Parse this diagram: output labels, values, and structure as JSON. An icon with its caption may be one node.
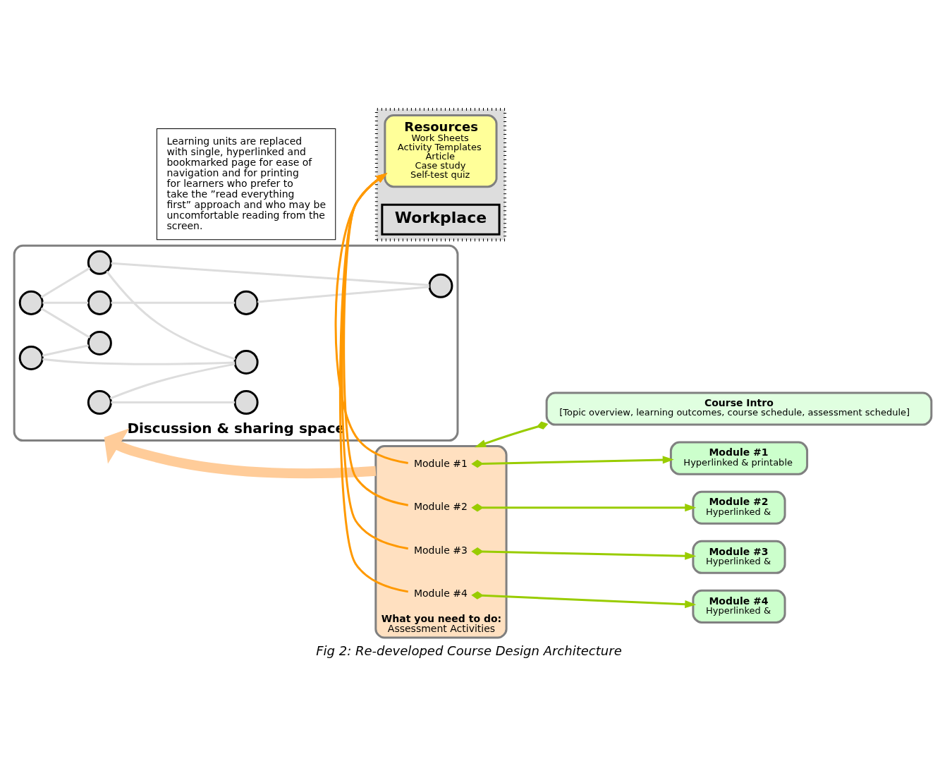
{
  "diagram": {
    "caption": "Fig 2: Re-developed Course Design Architecture",
    "nodes": [
      {
        "text": [
          "Discussion & sharing space"
        ]
      },
      {
        "text": [],
        "shape": "circle",
        "in": 0
      },
      {
        "text": [],
        "shape": "circle",
        "in": 0
      },
      {
        "text": [],
        "shape": "circle",
        "in": 0
      },
      {
        "text": [],
        "shape": "circle",
        "in": 0
      },
      {
        "text": [],
        "shape": "circle",
        "in": 0
      },
      {
        "text": [],
        "shape": "circle",
        "in": 0
      },
      {
        "text": [],
        "shape": "circle",
        "in": 0
      },
      {
        "text": [],
        "shape": "circle",
        "in": 0
      },
      {
        "text": [],
        "shape": "circle",
        "in": 0
      },
      {
        "text": [],
        "shape": "circle",
        "in": 0
      },
      {
        "text": [
          "Course Intro",
          "[Topic overview, learning outcomes, course schedule, assessment schedule]"
        ]
      },
      {
        "text": [
          "What you need to do:",
          "Assessment Activities"
        ]
      },
      {
        "text": [
          "Module #1"
        ],
        "in": 12
      },
      {
        "text": [
          "Module #2"
        ],
        "in": 12
      },
      {
        "text": [
          "Module #3"
        ],
        "in": 12
      },
      {
        "text": [
          "Module #4"
        ],
        "in": 12
      },
      {
        "text": [
          "Module #1",
          "Hyperlinked & printable"
        ]
      },
      {
        "text": [
          "Module #2",
          "Hyperlinked &"
        ]
      },
      {
        "text": [
          "Module #3",
          "Hyperlinked &"
        ]
      },
      {
        "text": [
          "Module #4",
          "Hyperlinked &"
        ]
      },
      {
        "text": [],
        "shape": "ellipse"
      },
      {
        "text": [
          "Resources",
          "Work Sheets",
          "Activity Templates",
          "Article",
          "Case study",
          "Self-test quiz"
        ],
        "in": 21
      },
      {
        "text": [
          "Workplace"
        ],
        "in": 21
      },
      {
        "text": [
          "Learning units are replaced with single, hyperlinked and bookmarked page for ease of navigation and for printing for learners who prefer to take the ”read everything first” approach and who may be uncomfortable reading from the screen."
        ]
      }
    ],
    "edges": [
      {
        "from": 1,
        "to": 2,
        "arrow": "none",
        "color": "#dddddd"
      },
      {
        "from": 1,
        "to": 3,
        "arrow": "none",
        "color": "#dddddd"
      },
      {
        "from": 3,
        "to": 8,
        "arrow": "none",
        "color": "#dddddd"
      },
      {
        "from": 3,
        "to": 9,
        "arrow": "none",
        "color": "#dddddd"
      },
      {
        "from": 1,
        "to": 7,
        "arrow": "none",
        "color": "#dddddd"
      },
      {
        "from": 4,
        "to": 7,
        "arrow": "none",
        "color": "#dddddd"
      },
      {
        "from": 4,
        "to": 8,
        "arrow": "none",
        "color": "#dddddd"
      },
      {
        "from": 5,
        "to": 8,
        "arrow": "none",
        "color": "#dddddd"
      },
      {
        "from": 2,
        "to": 6,
        "arrow": "none",
        "color": "#dddddd"
      },
      {
        "from": 5,
        "to": 10,
        "arrow": "none",
        "color": "#dddddd"
      },
      {
        "from": 6,
        "to": 9,
        "arrow": "none",
        "color": "#dddddd"
      },
      {
        "from": 11,
        "to": 12,
        "arrow": "to",
        "color": "#99cc00"
      },
      {
        "from": 13,
        "to": 17,
        "arrow": "to",
        "color": "#99cc00"
      },
      {
        "from": 14,
        "to": 18,
        "arrow": "to",
        "color": "#99cc00"
      },
      {
        "from": 15,
        "to": 19,
        "arrow": "to",
        "color": "#99cc00"
      },
      {
        "from": 16,
        "to": 20,
        "arrow": "to",
        "color": "#99cc00"
      },
      {
        "from": 13,
        "to": 22,
        "arrow": "to",
        "color": "#ff9900"
      },
      {
        "from": 14,
        "to": 22,
        "arrow": "to",
        "color": "#ff9900"
      },
      {
        "from": 15,
        "to": 22,
        "arrow": "to",
        "color": "#ff9900"
      },
      {
        "from": 16,
        "to": 22,
        "arrow": "to",
        "color": "#ff9900"
      },
      {
        "from": 12,
        "to": 0,
        "arrow": "to",
        "style": "thick",
        "color": "#ffcc99"
      }
    ]
  }
}
